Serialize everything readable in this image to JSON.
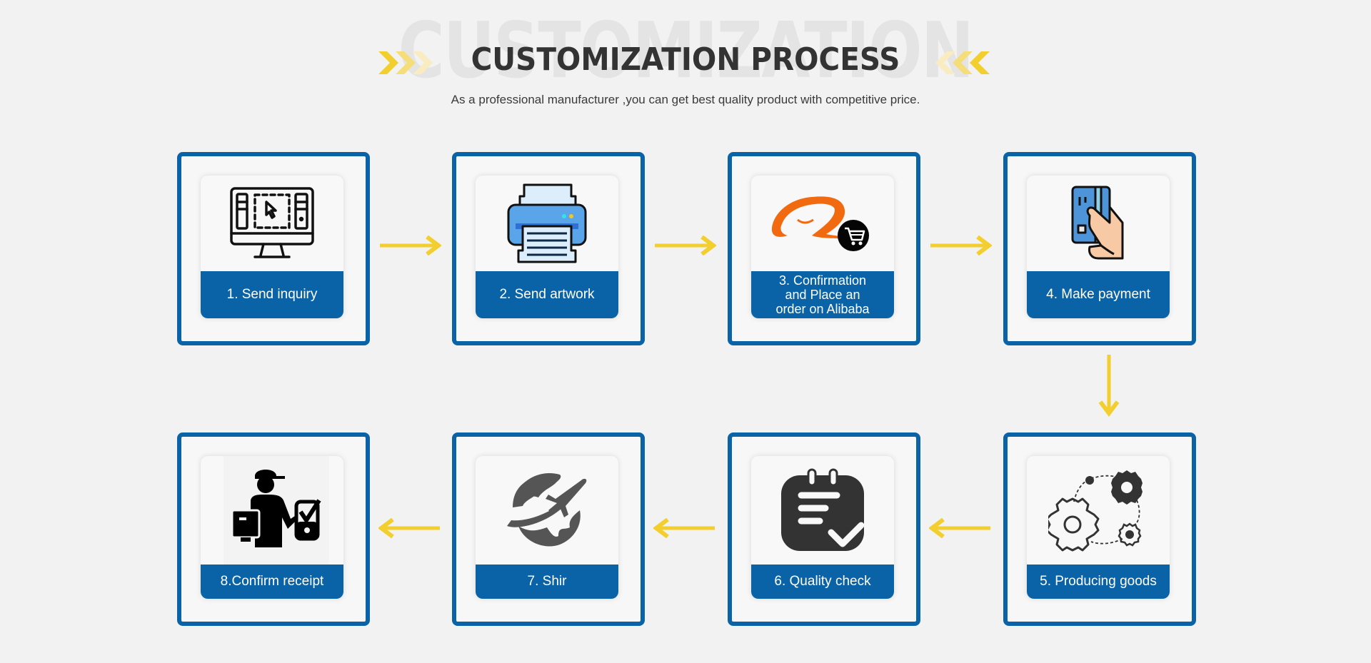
{
  "header": {
    "watermark": "CUSTOMIZATION",
    "title": "CUSTOMIZATION PROCESS",
    "subtitle": "As a professional manufacturer ,you can get best quality product with competitive price."
  },
  "colors": {
    "background": "#f2f2f2",
    "brand_blue": "#0a63a6",
    "arrow_yellow": "#f2cf2e",
    "title_dark": "#333333"
  },
  "steps": [
    {
      "label": "1. Send inquiry",
      "icon": "computer-monitor-cursor-icon"
    },
    {
      "label": "2. Send artwork",
      "icon": "printer-icon"
    },
    {
      "label": "3. Confirmation and Place an order on Alibaba",
      "icon": "alibaba-cart-icon"
    },
    {
      "label": "4. Make payment",
      "icon": "hand-credit-card-icon"
    },
    {
      "label": "5. Producing goods",
      "icon": "gears-icon"
    },
    {
      "label": "6. Quality check",
      "icon": "clipboard-check-icon"
    },
    {
      "label": "7. Shir",
      "icon": "globe-airplane-icon"
    },
    {
      "label": "8.Confirm receipt",
      "icon": "delivery-man-confirm-icon"
    }
  ],
  "flow": {
    "arrows": [
      "right",
      "right",
      "right",
      "down",
      "left",
      "left",
      "left"
    ]
  }
}
